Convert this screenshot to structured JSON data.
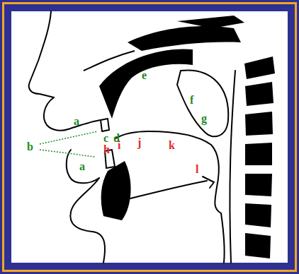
{
  "diagram": {
    "labels": [
      "e",
      "f",
      "g",
      "a",
      "c",
      "d",
      "b",
      "h",
      "i",
      "j",
      "k",
      "a",
      "l"
    ]
  }
}
